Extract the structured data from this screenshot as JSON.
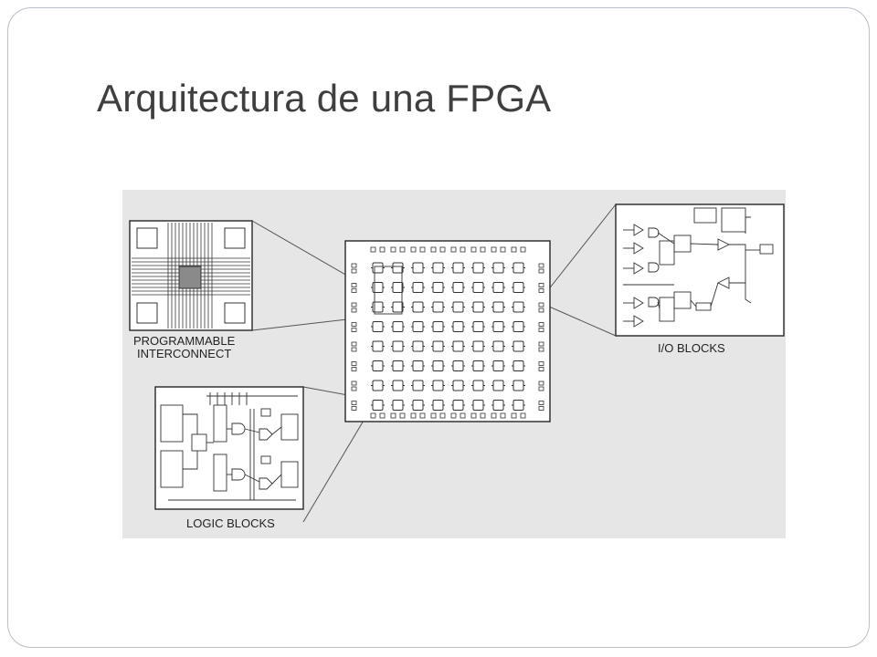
{
  "slide": {
    "title": "Arquitectura de una FPGA"
  },
  "diagram": {
    "interconnect_label_line1": "PROGRAMMABLE",
    "interconnect_label_line2": "INTERCONNECT",
    "io_label": "I/O BLOCKS",
    "logic_label": "LOGIC BLOCKS",
    "colors": {
      "background": "#e6e6e6",
      "line": "#3a3a3a",
      "chip": "#ffffff",
      "switch": "#8a8a8a"
    }
  }
}
